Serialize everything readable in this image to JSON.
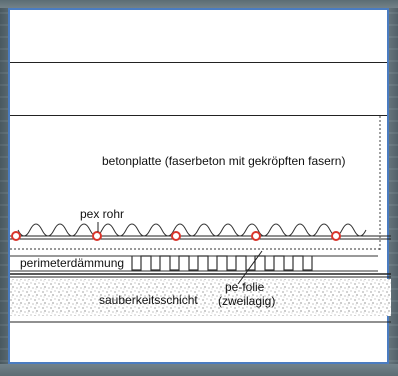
{
  "labels": {
    "betonplatte": "betonplatte (faserbeton mit gekröpften fasern)",
    "pex_rohr": "pex rohr",
    "perimeterdaemmung": "perimeterdämmung",
    "sauberkeitsschicht": "sauberkeitsschicht",
    "pe_folie_line1": "pe-folie",
    "pe_folie_line2": "(zweilagig)"
  },
  "colors": {
    "frame_border": "#4a7cc1",
    "pipe": "#d9352b",
    "line": "#222222",
    "background_outer": "#6f7f86"
  },
  "icons": {
    "pipe": "pipe-circle-icon",
    "undulation": "wave-icon",
    "hatch": "stipple-icon"
  }
}
